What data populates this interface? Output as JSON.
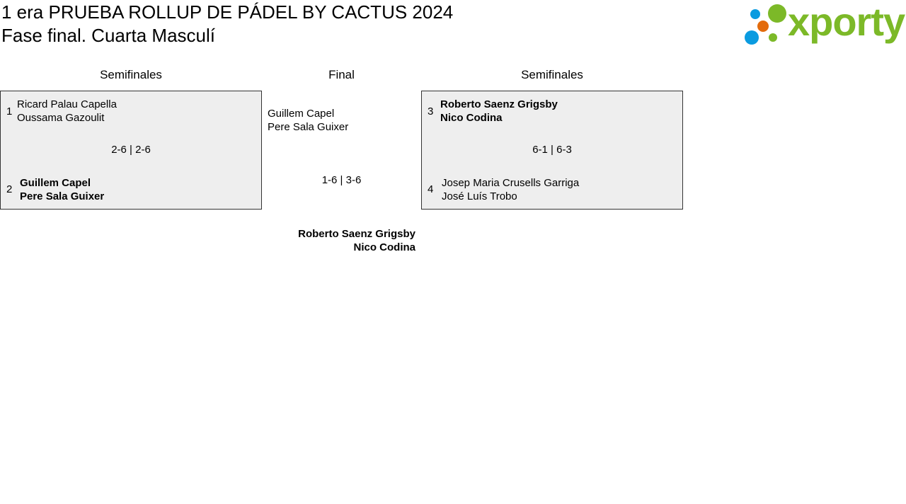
{
  "header": {
    "title": "1 era PRUEBA ROLLUP DE PÁDEL BY CACTUS 2024",
    "subtitle": "Fase final. Cuarta Masculí",
    "logo_text": "xporty"
  },
  "columns": [
    "Semifinales",
    "Final",
    "Semifinales"
  ],
  "semis": [
    {
      "team1": {
        "seed": "1",
        "players": [
          "Ricard Palau Capella",
          "Oussama Gazoulit"
        ],
        "winner": false
      },
      "team2": {
        "seed": "2",
        "players": [
          "Guillem Capel",
          "Pere Sala Guixer"
        ],
        "winner": true
      },
      "score": "2-6 | 2-6"
    },
    {
      "team1": {
        "seed": "3",
        "players": [
          "Roberto Saenz Grigsby",
          "Nico Codina"
        ],
        "winner": true
      },
      "team2": {
        "seed": "4",
        "players": [
          "Josep Maria Crusells Garriga",
          "José Luís Trobo"
        ],
        "winner": false
      },
      "score": "6-1 | 6-3"
    }
  ],
  "final": {
    "team1": [
      "Guillem Capel",
      "Pere Sala Guixer"
    ],
    "score": "1-6 | 3-6",
    "champion": [
      "Roberto Saenz Grigsby",
      "Nico Codina"
    ]
  },
  "colors": {
    "box_bg": "#eeeeee",
    "logo_green": "#7cb928",
    "logo_blue": "#0a9be0",
    "logo_orange": "#e36b0c"
  }
}
